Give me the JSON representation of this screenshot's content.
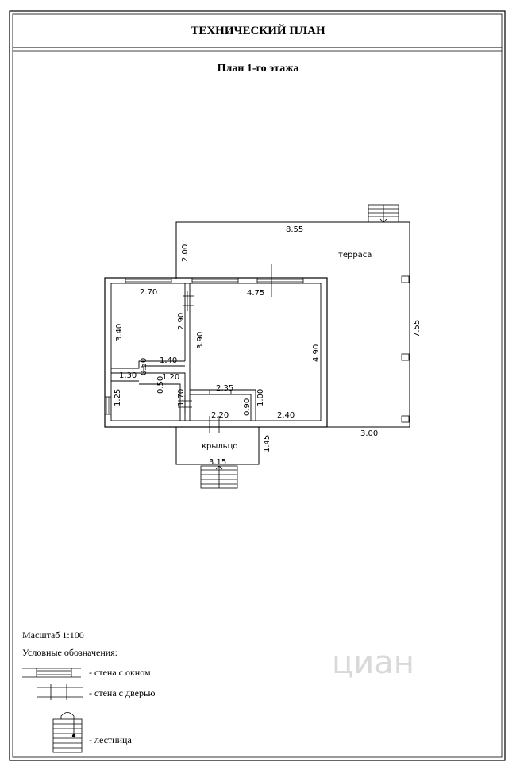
{
  "header": {
    "title": "ТЕХНИЧЕСКИЙ ПЛАН",
    "subtitle": "План 1-го этажа"
  },
  "plan": {
    "labels": {
      "terrace": "терраса",
      "porch": "крыльцо"
    },
    "dimensions": {
      "d_855": "8.55",
      "d_200": "2.00",
      "d_755": "7.55",
      "d_270": "2.70",
      "d_475": "4.75",
      "d_340": "3.40",
      "d_290": "2.90",
      "d_390": "3.90",
      "d_490": "4.90",
      "d_140": "1.40",
      "d_050a": "0.50",
      "d_130": "1.30",
      "d_050b": "0.50",
      "d_120": "1.20",
      "d_235": "2.35",
      "d_170": "1.70",
      "d_100": "1.00",
      "d_125": "1.25",
      "d_220": "2.20",
      "d_090": "0.90",
      "d_240": "2.40",
      "d_300": "3.00",
      "d_145": "1.45",
      "d_315": "3.15"
    }
  },
  "legend": {
    "scale": "Масштаб 1:100",
    "heading": "Условные обозначения:",
    "window_wall": "- стена с окном",
    "door_wall": "- стена с дверью",
    "stairs": "- лестница"
  },
  "watermark": {
    "text": "циан"
  }
}
